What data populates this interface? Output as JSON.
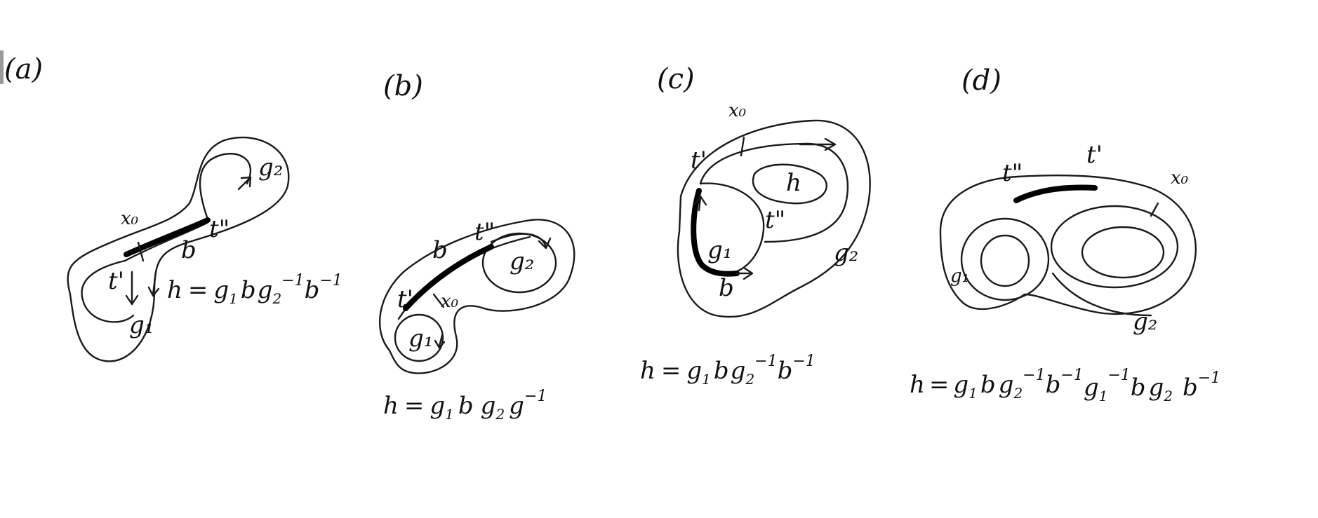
{
  "panels": [
    {
      "label": "(a)",
      "x0": "x₀",
      "b": "b",
      "t1": "t'",
      "t2": "t\"",
      "g1": "g₁",
      "g2": "g₂",
      "formula": {
        "lhs": "h",
        "eq": "=",
        "f1": "g",
        "f2": "1",
        "f3": "b",
        "f4": "g",
        "f5": "2",
        "f6": "−1",
        "f7": "b",
        "f8": "−1"
      }
    },
    {
      "label": "(b)",
      "x0": "x₀",
      "b": "b",
      "t1": "t'",
      "t2": "t\"",
      "g1": "g₁",
      "g2": "g₂",
      "formula": {
        "lhs": "h",
        "eq": "=",
        "f1": "g",
        "f2": "1",
        "f3": "b",
        "f4": "g",
        "f5": "2",
        "f6": "g",
        "f7": "−1"
      }
    },
    {
      "label": "(c)",
      "x0": "x₀",
      "b": "b",
      "t1": "t'",
      "t2": "t\"",
      "g1": "g₁",
      "g2": "g₂",
      "h": "h",
      "formula": {
        "lhs": "h",
        "eq": "=",
        "f1": "g",
        "f2": "1",
        "f3": "b",
        "f4": "g",
        "f5": "2",
        "f6": "−1",
        "f7": "b",
        "f8": "−1"
      }
    },
    {
      "label": "(d)",
      "x0": "x₀",
      "t1": "t'",
      "t2": "t\"",
      "g1": "g₁",
      "g2": "g₂",
      "formula": {
        "lhs": "h",
        "eq": "=",
        "f1": "g",
        "f2": "1",
        "f3": "b",
        "f4": "g",
        "f5": "2",
        "f6": "−1",
        "f7": "b",
        "f8": "−1",
        "f9": "g",
        "f10": "1",
        "f11": "−1",
        "f12": "b",
        "f13": "g",
        "f14": "2",
        "f15": "b",
        "f16": "−1"
      }
    }
  ]
}
